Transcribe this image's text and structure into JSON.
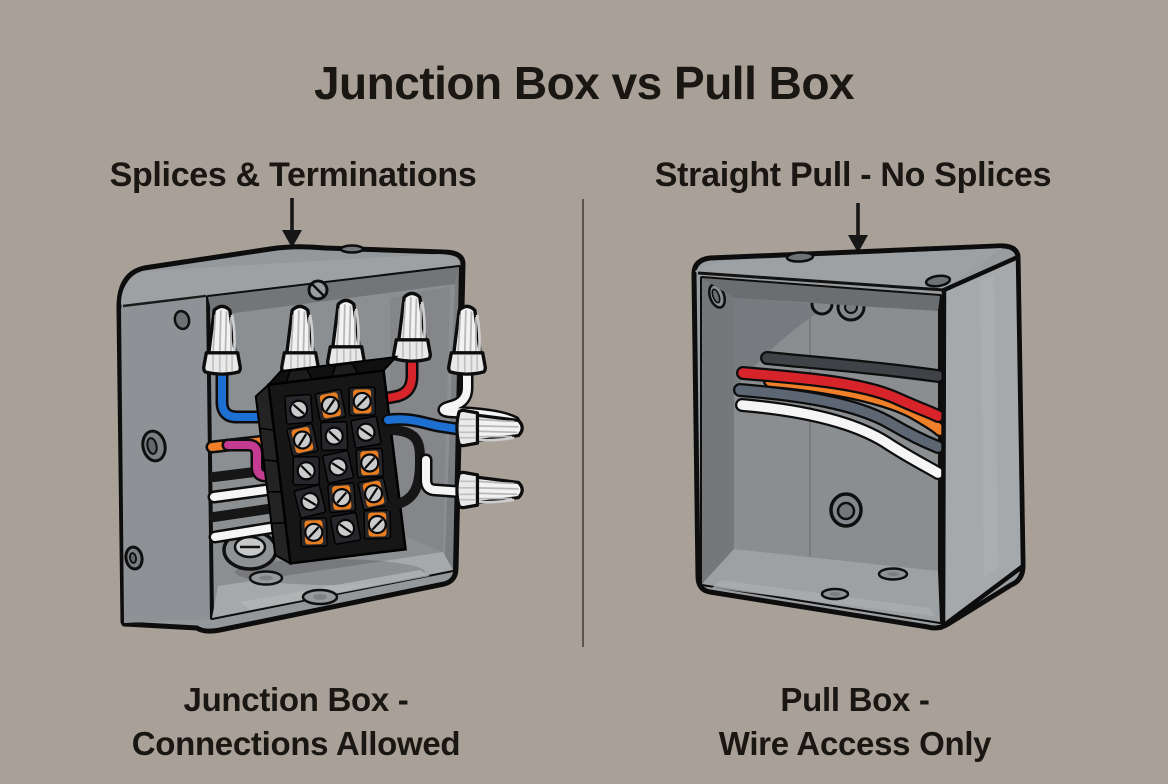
{
  "title": "Junction Box vs Pull Box",
  "panels": {
    "left": {
      "header": "Splices & Terminations",
      "caption_line1": "Junction Box -",
      "caption_line2": "Connections Allowed",
      "illustration": "open junction box with wire nuts, terminal block and spliced wires"
    },
    "right": {
      "header": "Straight Pull - No Splices",
      "caption_line1": "Pull Box -",
      "caption_line2": "Wire Access Only",
      "illustration": "open pull box with wires passing straight through"
    }
  },
  "icons": {
    "left_arrow": "down-arrow-icon",
    "right_arrow": "down-arrow-icon"
  },
  "colors": {
    "background": "#a9a098",
    "text": "#1a1713",
    "divider": "#5a564f",
    "outline": "#0d0d0d",
    "box_light": "#9da1a4",
    "box_mid": "#95989b",
    "box_dark": "#75787b",
    "wire_nut": "#f0f0f0",
    "terminal_block": "#161616",
    "wire_blue": "#1e6fd2",
    "wire_red": "#d7242b",
    "wire_orange": "#ef7f28",
    "wire_magenta": "#c43c92",
    "wire_white": "#f5f5f6",
    "wire_black": "#161616",
    "wire_gray": "#3f4246",
    "wire_slate": "#5d6673"
  }
}
